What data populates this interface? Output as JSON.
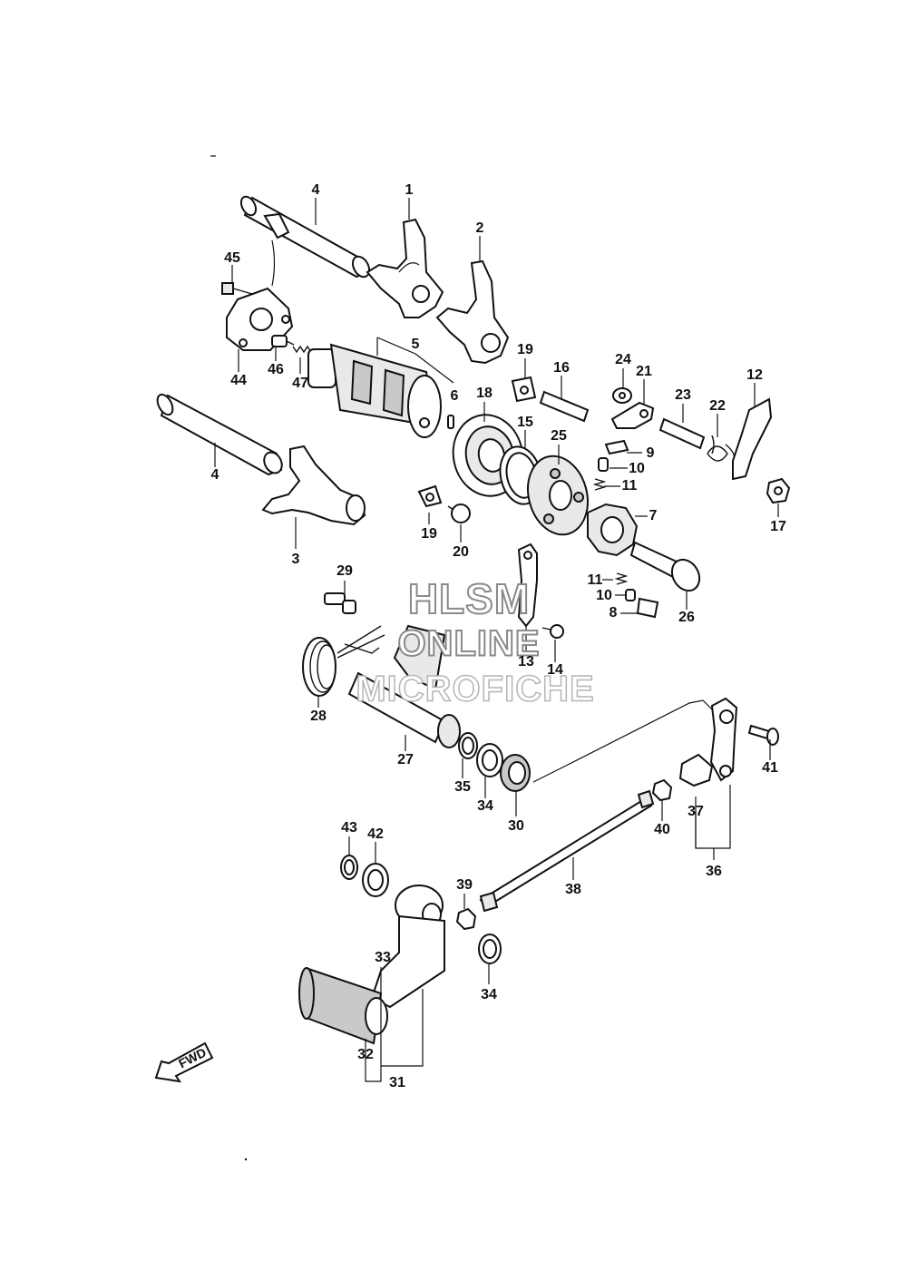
{
  "watermark": {
    "line1": "HLSM",
    "line2": "ONLINE",
    "line3": "MICROFICHE"
  },
  "fwd_arrow": {
    "label": "FWD"
  },
  "callouts": [
    {
      "id": "c1",
      "text": "1"
    },
    {
      "id": "c2",
      "text": "2"
    },
    {
      "id": "c3",
      "text": "3"
    },
    {
      "id": "c4a",
      "text": "4"
    },
    {
      "id": "c4b",
      "text": "4"
    },
    {
      "id": "c5",
      "text": "5"
    },
    {
      "id": "c6",
      "text": "6"
    },
    {
      "id": "c7",
      "text": "7"
    },
    {
      "id": "c8",
      "text": "8"
    },
    {
      "id": "c9",
      "text": "9"
    },
    {
      "id": "c10a",
      "text": "10"
    },
    {
      "id": "c10b",
      "text": "10"
    },
    {
      "id": "c11a",
      "text": "11"
    },
    {
      "id": "c11b",
      "text": "11"
    },
    {
      "id": "c12",
      "text": "12"
    },
    {
      "id": "c13",
      "text": "13"
    },
    {
      "id": "c14",
      "text": "14"
    },
    {
      "id": "c15",
      "text": "15"
    },
    {
      "id": "c16",
      "text": "16"
    },
    {
      "id": "c17",
      "text": "17"
    },
    {
      "id": "c18",
      "text": "18"
    },
    {
      "id": "c19a",
      "text": "19"
    },
    {
      "id": "c19b",
      "text": "19"
    },
    {
      "id": "c20",
      "text": "20"
    },
    {
      "id": "c21",
      "text": "21"
    },
    {
      "id": "c22",
      "text": "22"
    },
    {
      "id": "c23",
      "text": "23"
    },
    {
      "id": "c24",
      "text": "24"
    },
    {
      "id": "c25",
      "text": "25"
    },
    {
      "id": "c26",
      "text": "26"
    },
    {
      "id": "c27",
      "text": "27"
    },
    {
      "id": "c28",
      "text": "28"
    },
    {
      "id": "c29",
      "text": "29"
    },
    {
      "id": "c30",
      "text": "30"
    },
    {
      "id": "c31",
      "text": "31"
    },
    {
      "id": "c32",
      "text": "32"
    },
    {
      "id": "c33",
      "text": "33"
    },
    {
      "id": "c34a",
      "text": "34"
    },
    {
      "id": "c34b",
      "text": "34"
    },
    {
      "id": "c35",
      "text": "35"
    },
    {
      "id": "c36",
      "text": "36"
    },
    {
      "id": "c37",
      "text": "37"
    },
    {
      "id": "c38",
      "text": "38"
    },
    {
      "id": "c39",
      "text": "39"
    },
    {
      "id": "c40",
      "text": "40"
    },
    {
      "id": "c41",
      "text": "41"
    },
    {
      "id": "c42",
      "text": "42"
    },
    {
      "id": "c43",
      "text": "43"
    },
    {
      "id": "c44",
      "text": "44"
    },
    {
      "id": "c45",
      "text": "45"
    },
    {
      "id": "c46",
      "text": "46"
    },
    {
      "id": "c47",
      "text": "47"
    }
  ]
}
